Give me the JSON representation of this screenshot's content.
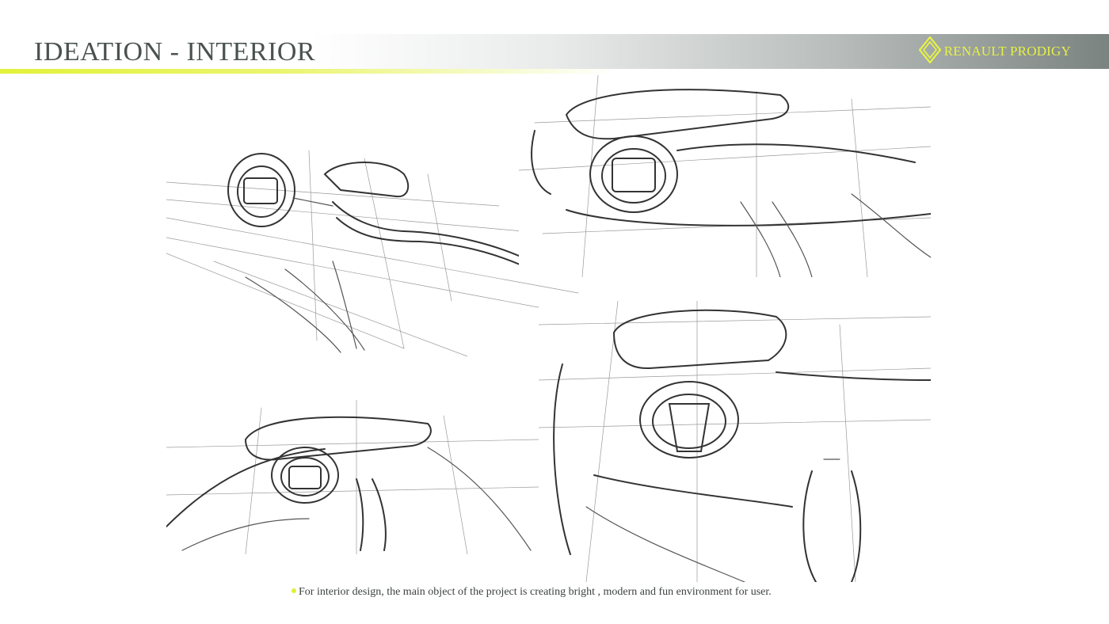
{
  "header": {
    "title": "IDEATION - INTERIOR",
    "brand_name": "RENAULT PRODIGY",
    "brand_icon": "renault-diamond-logo"
  },
  "colors": {
    "accent": "#e2f23c",
    "title_text": "#4a5250",
    "header_dark": "#7b8381"
  },
  "caption": {
    "text": "For interior design, the main object of the project is creating bright , modern and fun environment for user."
  }
}
